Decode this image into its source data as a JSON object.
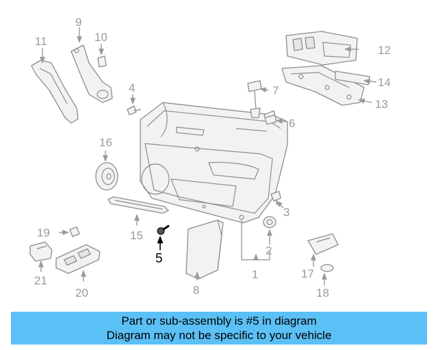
{
  "diagram": {
    "callouts": [
      "1",
      "2",
      "3",
      "4",
      "5",
      "6",
      "7",
      "8",
      "9",
      "10",
      "11",
      "12",
      "13",
      "14",
      "15",
      "16",
      "17",
      "18",
      "19",
      "20",
      "21"
    ],
    "highlighted_part": "5"
  },
  "banner": {
    "line1": "Part or sub-assembly is #5 in diagram",
    "line2": "Diagram may not be specific to your vehicle"
  }
}
